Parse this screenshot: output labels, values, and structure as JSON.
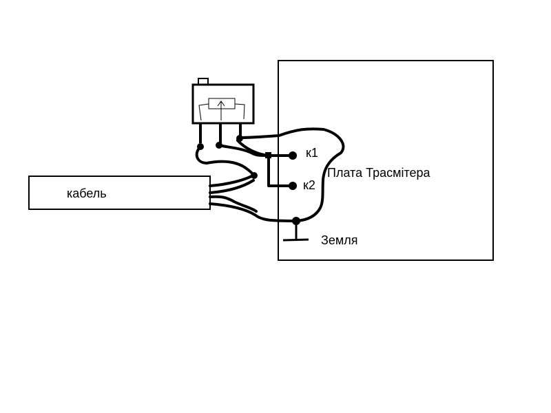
{
  "labels": {
    "cable": "кабель",
    "board": "Плата Трасмітера",
    "k1": "к1",
    "k2": "к2",
    "ground": "Земля"
  },
  "colors": {
    "stroke": "#000000",
    "background": "#ffffff"
  }
}
